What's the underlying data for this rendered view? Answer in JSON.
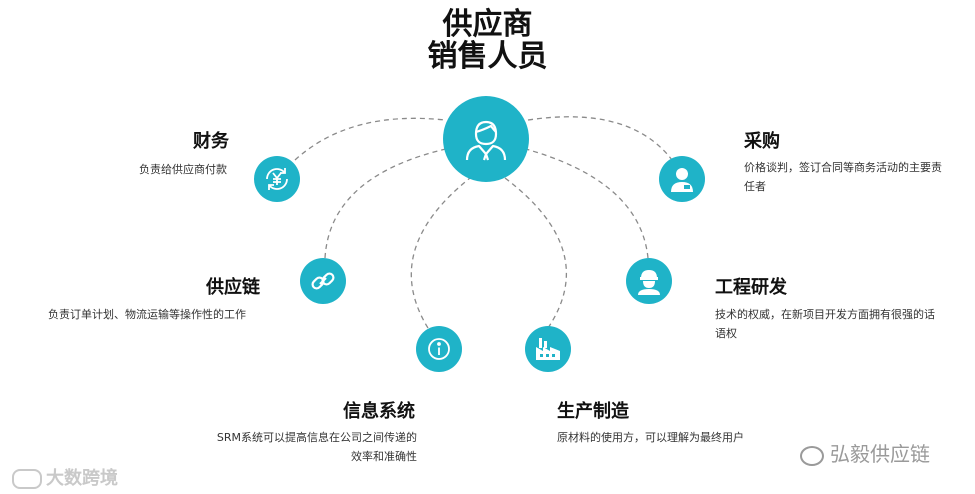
{
  "title_line1": "供应商",
  "title_line2": "销售人员",
  "nodes": {
    "finance": {
      "title": "财务",
      "desc": "负责给供应商付款",
      "icon": "currency-exchange-icon"
    },
    "purchasing": {
      "title": "采购",
      "desc": "价格谈判，签订合同等商务活动的主要责任者",
      "icon": "buyer-person-icon"
    },
    "supply_chain": {
      "title": "供应链",
      "desc": "负责订单计划、物流运输等操作性的工作",
      "icon": "chain-link-icon"
    },
    "engineering": {
      "title": "工程研发",
      "desc": "技术的权威，在新项目开发方面拥有很强的话语权",
      "icon": "engineer-helmet-icon"
    },
    "info_system": {
      "title": "信息系统",
      "desc_line1": "SRM系统可以提高信息在公司之间传递的",
      "desc_line2": "效率和准确性",
      "icon": "info-icon"
    },
    "manufacturing": {
      "title": "生产制造",
      "desc": "原材料的使用方，可以理解为最终用户",
      "icon": "factory-icon"
    }
  },
  "hub_icon": "salesperson-icon",
  "watermarks": {
    "left": "大数跨境",
    "right": "弘毅供应链"
  },
  "colors": {
    "accent": "#1fb3c8",
    "dash": "#8a8a8a"
  }
}
